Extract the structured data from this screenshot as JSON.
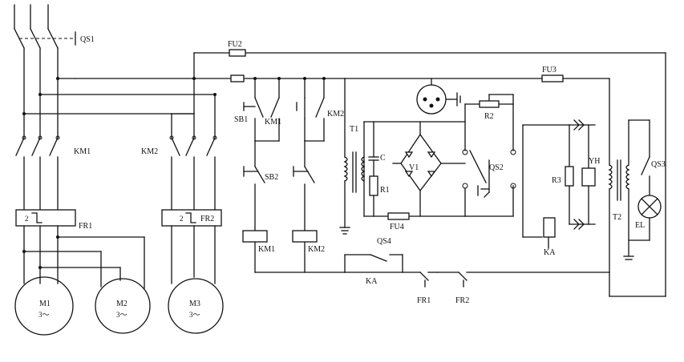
{
  "labels": {
    "qs1": "QS1",
    "fu2": "FU2",
    "fu3": "FU3",
    "fu4": "FU4",
    "km1_main": "KM1",
    "km2_main": "KM2",
    "fr1": "FR1",
    "fr2": "FR2",
    "fr_num1": "2",
    "fr_num2": "2",
    "sb1": "SB1",
    "km1_aux": "KM1",
    "km2_aux": "KM2",
    "sb2": "SB2",
    "km1_coil": "KM1",
    "km2_coil": "KM2",
    "t1": "T1",
    "c": "C",
    "r1": "R1",
    "v1": "V1",
    "r2": "R2",
    "qs2": "QS2",
    "r3": "R3",
    "yh": "YH",
    "ka": "KA",
    "t2": "T2",
    "qs3": "QS3",
    "el": "EL",
    "qs4": "QS4",
    "ka_contact": "KA",
    "fr1_contact": "FR1",
    "fr2_contact": "FR2",
    "m1": "M1",
    "m2": "M2",
    "m3": "M3",
    "phase": "3～"
  }
}
